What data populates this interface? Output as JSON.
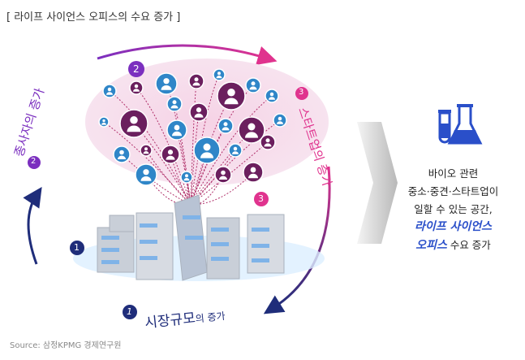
{
  "title": "[ 라이프 사이언스 오피스의 수요 증가 ]",
  "steps": [
    {
      "num": "1",
      "label_main": "시장규모",
      "label_suffix": "의 증가"
    },
    {
      "num": "2",
      "label": "종사자의 증가"
    },
    {
      "num": "3",
      "label": "스타트업의 증가"
    }
  ],
  "markers": {
    "one": "1",
    "three": "3"
  },
  "description": {
    "line1": "바이오 관련",
    "line2": "중소·중견·스타트업이",
    "line3": "일할 수 있는 공간,",
    "highlight1": "라이프 사이언스",
    "highlight2": "오피스",
    "line5_rest": " 수요 증가"
  },
  "source": "Source: 삼정KPMG 경제연구원",
  "colors": {
    "navy": "#1f2d7a",
    "purple": "#7b2fbf",
    "pink": "#e0338e",
    "blue": "#2a4fc9",
    "icon_blue": "#2f86c8",
    "icon_purple": "#6b1f5e"
  }
}
